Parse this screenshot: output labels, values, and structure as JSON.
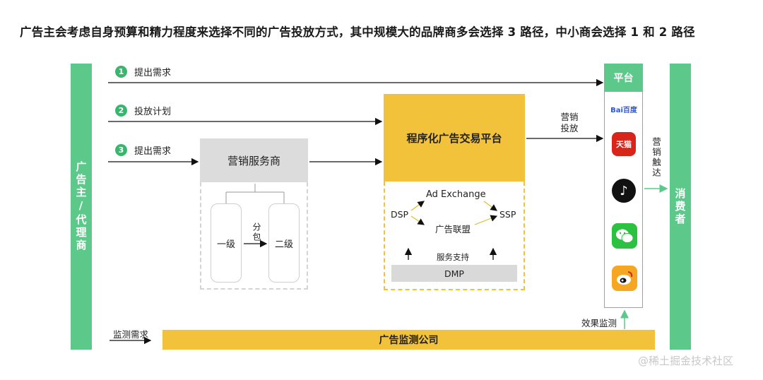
{
  "title": "广告主会考虑自身预算和精力程度来选择不同的广告投放方式，其中规模大的品牌商多会选择 3 路径，中小商会选择 1 和 2 路径",
  "advertiser": "广告主/代理商",
  "consumer": "消费者",
  "steps": [
    {
      "num": "1",
      "label": "提出需求"
    },
    {
      "num": "2",
      "label": "投放计划"
    },
    {
      "num": "3",
      "label": "提出需求"
    }
  ],
  "service_provider": {
    "label": "营销服务商",
    "level1": "一级",
    "level2": "二级",
    "sub_label": "分包"
  },
  "trading_platform": {
    "label": "程序化广告交易平台",
    "ad_exchange": "Ad Exchange",
    "dsp": "DSP",
    "ssp": "SSP",
    "ad_alliance": "广告联盟",
    "service_support": "服务支持",
    "dmp": "DMP"
  },
  "marketing_launch": "营销投放",
  "marketing_reach": "营销触达",
  "platform": {
    "label": "平台",
    "apps": [
      {
        "name": "baidu",
        "icon": "baidu-logo-icon",
        "text": "Bai百度"
      },
      {
        "name": "tmall",
        "icon": "tmall-logo-icon",
        "text": "天猫"
      },
      {
        "name": "tiktok",
        "icon": "tiktok-logo-icon",
        "text": "♪"
      },
      {
        "name": "wechat",
        "icon": "wechat-logo-icon",
        "text": ""
      },
      {
        "name": "weibo",
        "icon": "weibo-logo-icon",
        "text": ""
      }
    ]
  },
  "effect_monitoring": "效果监测",
  "monitoring_demand": "监测需求",
  "monitoring_company": "广告监测公司",
  "watermark": "@稀土掘金技术社区",
  "colors": {
    "green": "#5cc98b",
    "yellow": "#f2c23a",
    "gray": "#dcdcdc"
  }
}
